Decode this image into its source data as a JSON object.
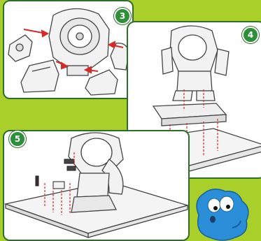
{
  "steps": [
    {
      "number": "3"
    },
    {
      "number": "4"
    },
    {
      "number": "5"
    }
  ],
  "colors": {
    "background": "#a9cf2b",
    "panel": "#ffffff",
    "panel_border": "#2f6d2a",
    "badge": "#2e8f3b",
    "arrow": "#d42a2a",
    "mascot": "#2a8fd8"
  },
  "icons": [
    "robot-torso-part",
    "robot-arm-part",
    "robot-leg-part",
    "robot-base-plate",
    "screw-icon",
    "blue-mascot"
  ]
}
